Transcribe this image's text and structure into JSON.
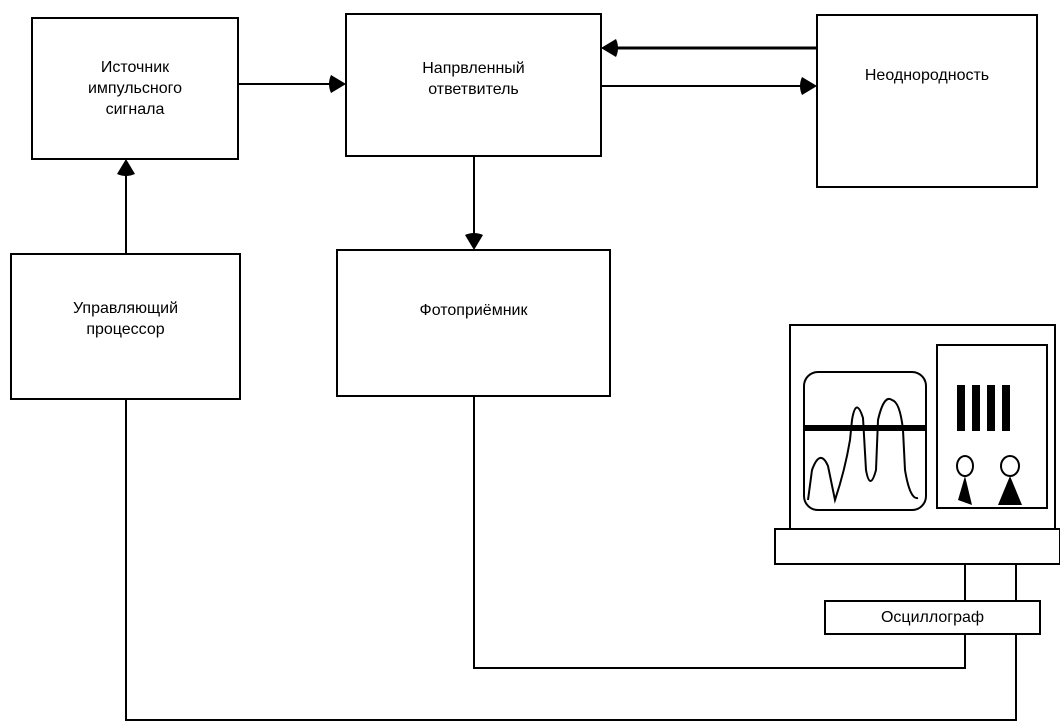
{
  "blocks": {
    "pulse_source": {
      "line1": "Источник",
      "line2": "импульсного",
      "line3": "сигнала"
    },
    "directional_coupler": {
      "line1": "Напрвленный",
      "line2": "ответвитель"
    },
    "inhomogeneity": {
      "label": "Неоднородность"
    },
    "control_processor": {
      "line1": "Управляющий",
      "line2": "процессор"
    },
    "photodetector": {
      "label": "Фотоприёмник"
    },
    "oscilloscope": {
      "label": "Осциллограф"
    }
  }
}
